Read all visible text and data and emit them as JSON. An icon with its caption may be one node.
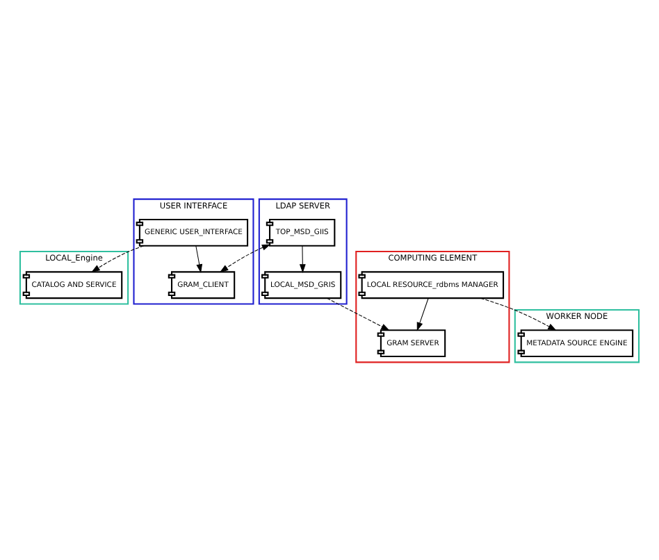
{
  "diagram": {
    "nodes": [
      {
        "text": [
          "LOCAL_Engine"
        ]
      },
      {
        "text": [
          "CATALOG AND SERVICE"
        ],
        "in": 0
      },
      {
        "text": [
          "USER INTERFACE"
        ]
      },
      {
        "text": [
          "GENERIC USER_INTERFACE"
        ],
        "in": 2
      },
      {
        "text": [
          "GRAM_CLIENT"
        ],
        "in": 2
      },
      {
        "text": [
          "LDAP SERVER"
        ]
      },
      {
        "text": [
          "TOP_MSD_GIIS"
        ],
        "in": 5
      },
      {
        "text": [
          "LOCAL_MSD_GRIS"
        ],
        "in": 5
      },
      {
        "text": [
          "COMPUTING ELEMENT"
        ]
      },
      {
        "text": [
          "GRAM SERVER"
        ],
        "in": 8
      },
      {
        "text": [
          "LOCAL RESOURCE_rdbms MANAGER"
        ],
        "in": 8
      },
      {
        "text": [
          "WORKER NODE"
        ]
      },
      {
        "text": [
          "METADATA SOURCE ENGINE"
        ],
        "in": 11
      }
    ],
    "edges": [
      {
        "from": 3,
        "to": 1,
        "arrow": "to",
        "style": "dashed"
      },
      {
        "from": 3,
        "to": 4,
        "arrow": "to"
      },
      {
        "from": 6,
        "to": 4,
        "arrow": "both",
        "style": "dashed"
      },
      {
        "from": 6,
        "to": 7,
        "arrow": "to"
      },
      {
        "from": 7,
        "to": 9,
        "arrow": "to",
        "style": "dashed"
      },
      {
        "from": 10,
        "to": 9,
        "arrow": "to"
      },
      {
        "from": 10,
        "to": 12,
        "arrow": "to",
        "style": "dashed"
      }
    ]
  }
}
